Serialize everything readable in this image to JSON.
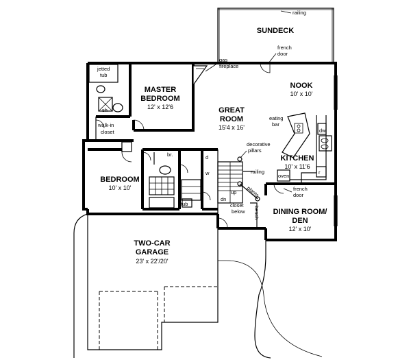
{
  "rooms": {
    "sundeck": {
      "name": "SUNDECK"
    },
    "master_bedroom": {
      "line1": "MASTER",
      "line2": "BEDROOM",
      "dims": "12' x 12'6"
    },
    "great_room": {
      "line1": "GREAT",
      "line2": "ROOM",
      "dims": "15'4 x 16'"
    },
    "nook": {
      "name": "NOOK",
      "dims": "10' x 10'"
    },
    "kitchen": {
      "name": "KITCHEN",
      "dims": "10' x 11'6"
    },
    "bedroom": {
      "name": "BEDROOM",
      "dims": "10' x 10'"
    },
    "dining": {
      "line1": "DINING ROOM/",
      "line2": "DEN",
      "dims": "12' x 10'"
    },
    "garage": {
      "line1": "TWO-CAR",
      "line2": "GARAGE",
      "dims": "23' x 22'/20'"
    }
  },
  "labels": {
    "railing_top": "railing",
    "french_door_top_1": "french",
    "french_door_top_2": "door",
    "gas_fireplace_1": "gas",
    "gas_fireplace_2": "fireplace",
    "jetted_tub_1": "jetted",
    "jetted_tub_2": "tub",
    "sh": "sh",
    "walk_in_1": "walk-in",
    "walk_in_2": "closet",
    "eating_bar_1": "eating",
    "eating_bar_2": "bar",
    "dw": "dw",
    "decorative_pillars_1": "decorative",
    "decorative_pillars_2": "pillars",
    "railing_mid": "railing",
    "plants": "plants",
    "br": "br.",
    "d": "d",
    "w": "w",
    "tub": "tub",
    "up": "up",
    "dn": "dn",
    "closet_below_1": "closet",
    "closet_below_2": "below",
    "bench": "bench",
    "oven": "oven",
    "r": "r",
    "french_door_dining_1": "french",
    "french_door_dining_2": "door"
  }
}
